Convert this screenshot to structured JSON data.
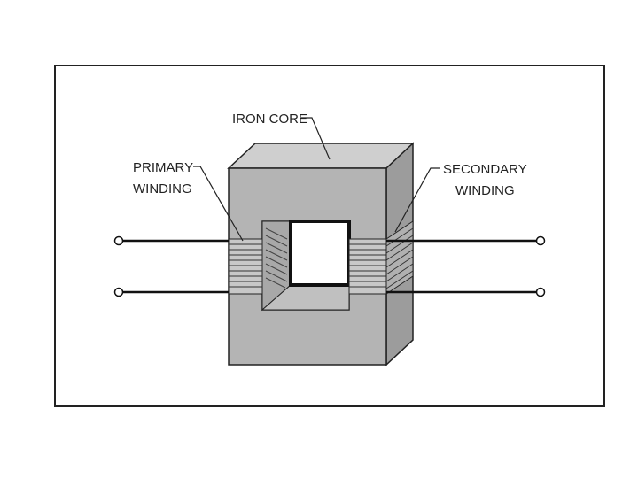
{
  "labels": {
    "core": "IRON CORE",
    "primary_line1": "PRIMARY",
    "primary_line2": "WINDING",
    "secondary_line1": "SECONDARY",
    "secondary_line2": "WINDING"
  },
  "colors": {
    "core_front": "#b4b4b4",
    "core_top": "#cfcfcf",
    "core_side": "#9c9c9c",
    "hole_inner": "#d8d8d8",
    "winding": "#c8c8c8",
    "lines": "#222222"
  }
}
